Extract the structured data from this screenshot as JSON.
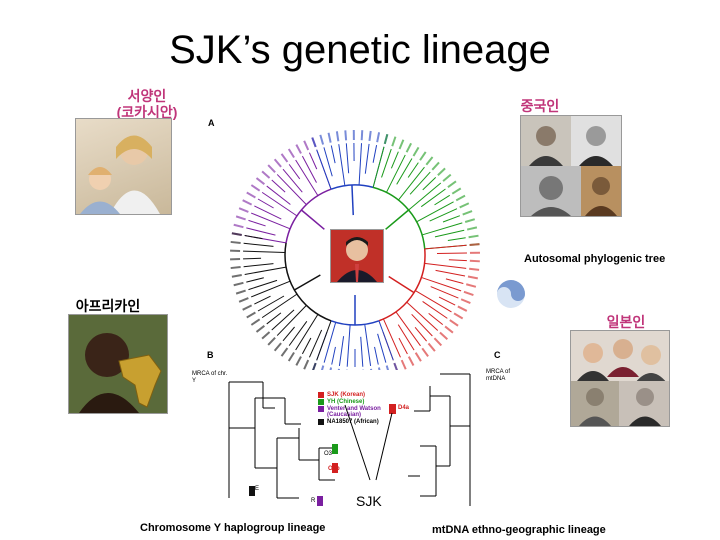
{
  "title": "SJK’s genetic lineage",
  "labels": {
    "western": "서양인",
    "western_sub": "(코카시안)",
    "chinese": "중국인",
    "african": "아프리카인",
    "japanese": "일본인",
    "sjk": "SJK"
  },
  "captions": {
    "autosomal": "Autosomal phylogenic tree",
    "chr_y": "Chromosome Y haplogroup lineage",
    "mtdna": "mtDNA ethno-geographic lineage"
  },
  "panels": {
    "a": "A",
    "b": "B",
    "c": "C"
  },
  "y_legend": {
    "mrca": "MRCA of chr. Y",
    "items": [
      {
        "label": "SJK (Korean)",
        "color": "#d32020"
      },
      {
        "label": "YH (Chinese)",
        "color": "#1a9a1a"
      },
      {
        "label": "Venter and Watson (Caucasian)",
        "color": "#7a1fa0"
      },
      {
        "label": "NA18507 (African)",
        "color": "#111111"
      }
    ],
    "markers": [
      {
        "label": "O3",
        "color": "#1a9a1a"
      },
      {
        "label": "O2b",
        "color": "#d32020"
      },
      {
        "label": "R",
        "color": "#7a1fa0"
      },
      {
        "label": "E",
        "color": "#111111"
      }
    ]
  },
  "mt_legend": {
    "mrca": "MRCA of mtDNA",
    "marker": {
      "label": "D4a",
      "color": "#d32020"
    }
  },
  "colors": {
    "korean": "#d32020",
    "chinese": "#1a9a1a",
    "caucasian": "#7a1fa0",
    "african": "#111111",
    "asian_blue": "#2040c0"
  },
  "icons": [
    "person-photo",
    "map-africa",
    "taeguk-symbol"
  ]
}
